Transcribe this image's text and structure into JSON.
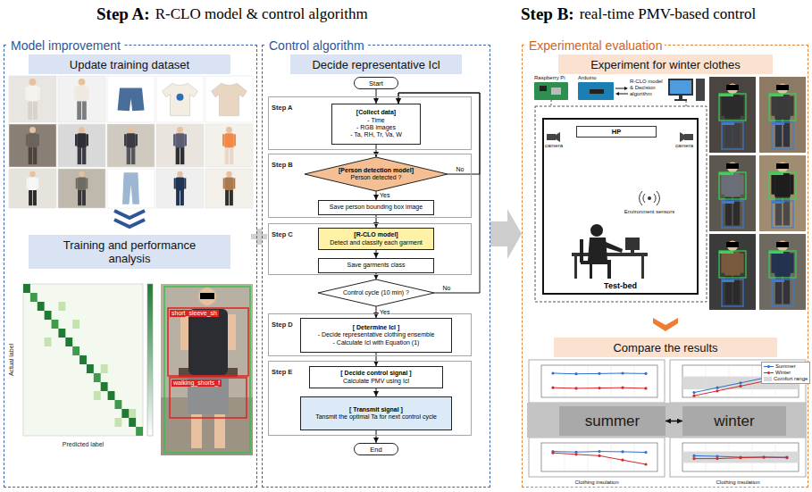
{
  "diagram": {
    "nodes": [
      {
        "text": [
          "Model improvement"
        ]
      },
      {
        "text": [
          "Update training dataset"
        ],
        "in": 0
      },
      {
        "text": [
          "Training and performance analysis"
        ],
        "in": 0
      },
      {
        "text": [
          "Control algorithm"
        ]
      },
      {
        "text": [
          "Decide representative Icl"
        ],
        "in": 3
      },
      {
        "text": [
          "Start"
        ],
        "in": 3
      },
      {
        "text": [
          "Step A"
        ],
        "in": 3
      },
      {
        "text": [
          "[Collect data]",
          "- Time",
          "- RGB images",
          "- Ta, RH, Tr, Va, W"
        ],
        "in": 6
      },
      {
        "text": [
          "Step B"
        ],
        "in": 3
      },
      {
        "text": [
          "[Person detection model]",
          "Person detected ?"
        ],
        "in": 8
      },
      {
        "text": [
          "Save person bounding box image"
        ],
        "in": 8
      },
      {
        "text": [
          "Step C"
        ],
        "in": 3
      },
      {
        "text": [
          "[R-CLO model]",
          "Detect and classify each garment"
        ],
        "in": 11
      },
      {
        "text": [
          "Save garments class"
        ],
        "in": 11
      },
      {
        "text": [
          "Control cycle (10 min) ?"
        ],
        "in": 3
      },
      {
        "text": [
          "Step D"
        ],
        "in": 3
      },
      {
        "text": [
          "[ Determine Icl ]",
          "- Decide representative clothing ensemble",
          "- Calculate Icl with Equation (1)"
        ],
        "in": 15
      },
      {
        "text": [
          "Step E"
        ],
        "in": 3
      },
      {
        "text": [
          "[ Decide control signal ]",
          "Calculate PMV using Icl"
        ],
        "in": 17
      },
      {
        "text": [
          "[ Transmit signal ]",
          "Tansmit the optimal Ta for next control cycle"
        ],
        "in": 17
      },
      {
        "text": [
          "End"
        ],
        "in": 3
      },
      {
        "text": [
          "Experimental evaluation"
        ]
      },
      {
        "text": [
          "Experiment for winter clothes"
        ],
        "in": 21
      },
      {
        "text": [
          "Test-bed"
        ],
        "in": 21
      },
      {
        "text": [
          "HP"
        ],
        "in": 23
      },
      {
        "text": [
          "Compare the results"
        ],
        "in": 21
      },
      {
        "text": [
          "summer"
        ],
        "in": 21
      },
      {
        "text": [
          "winter"
        ],
        "in": 21
      }
    ],
    "edges": [
      {
        "from": 5,
        "to": 7,
        "arrow": "to"
      },
      {
        "from": 7,
        "to": 9,
        "arrow": "to"
      },
      {
        "from": 9,
        "to": 10,
        "label": "Yes",
        "arrow": "to"
      },
      {
        "from": 9,
        "to": 7,
        "label": "No",
        "arrow": "to"
      },
      {
        "from": 10,
        "to": 12,
        "arrow": "to"
      },
      {
        "from": 12,
        "to": 13,
        "arrow": "to"
      },
      {
        "from": 13,
        "to": 14,
        "arrow": "to"
      },
      {
        "from": 14,
        "to": 16,
        "label": "Yes",
        "arrow": "to"
      },
      {
        "from": 14,
        "to": 7,
        "label": "No",
        "arrow": "to"
      },
      {
        "from": 16,
        "to": 18,
        "arrow": "to"
      },
      {
        "from": 18,
        "to": 19,
        "arrow": "to"
      },
      {
        "from": 19,
        "to": 20,
        "arrow": "to"
      },
      {
        "from": 3,
        "to": 21,
        "arrow": "to"
      },
      {
        "from": 26,
        "to": 27,
        "arrow": "both"
      }
    ],
    "labels": [
      "Step A:",
      "R-CLO model & control algorithm",
      "Step B:",
      "real-time PMV-based control",
      "Actual label",
      "Predicted label",
      "short_sleeve_sh",
      "walking_shorts_f",
      "Raspberry Pi",
      "Arduino",
      "R-CLO model & Decision algorithm",
      "camera",
      "camera",
      "Environment sensors",
      "Clothing insulation",
      "Clothing insulation"
    ],
    "legend": [
      {
        "text": "Summer"
      },
      {
        "text": "Winter"
      },
      {
        "text": "Comfort range",
        "color": "#d9d9d9"
      }
    ]
  }
}
